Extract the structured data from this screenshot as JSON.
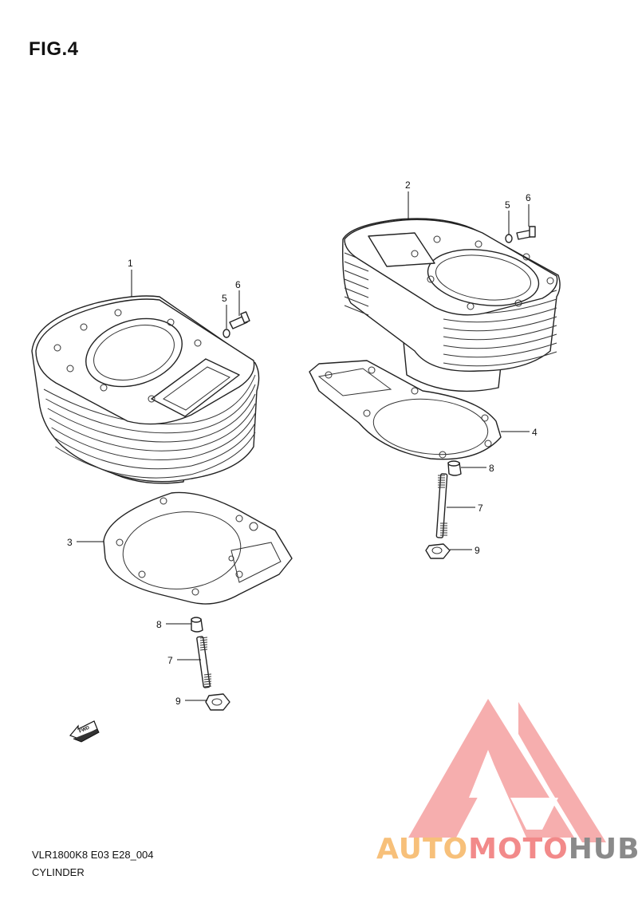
{
  "figure": {
    "title": "FIG.4"
  },
  "footer": {
    "model_code": "VLR1800K8 E03 E28_004",
    "section_name": "CYLINDER"
  },
  "fwd_arrow": {
    "label": "FWD"
  },
  "watermark": {
    "part1": "AUTO",
    "part2": "MOTO",
    "part3": "HUB",
    "colors": {
      "auto": "#f7c07a",
      "moto": "#f28a8a",
      "hub": "#8a8a8a",
      "triangle": "#f5a0a0"
    }
  },
  "callouts": [
    {
      "id": "c1",
      "label": "1",
      "part": "cylinder-front"
    },
    {
      "id": "c2",
      "label": "2",
      "part": "cylinder-rear"
    },
    {
      "id": "c3",
      "label": "3",
      "part": "gasket-front"
    },
    {
      "id": "c4",
      "label": "4",
      "part": "gasket-rear"
    },
    {
      "id": "c5a",
      "label": "5",
      "part": "o-ring-front"
    },
    {
      "id": "c6a",
      "label": "6",
      "part": "nipple-front"
    },
    {
      "id": "c5b",
      "label": "5",
      "part": "o-ring-rear"
    },
    {
      "id": "c6b",
      "label": "6",
      "part": "nipple-rear"
    },
    {
      "id": "c7a",
      "label": "7",
      "part": "stud-front"
    },
    {
      "id": "c8a",
      "label": "8",
      "part": "dowel-front"
    },
    {
      "id": "c9a",
      "label": "9",
      "part": "nut-front"
    },
    {
      "id": "c7b",
      "label": "7",
      "part": "stud-rear"
    },
    {
      "id": "c8b",
      "label": "8",
      "part": "dowel-rear"
    },
    {
      "id": "c9b",
      "label": "9",
      "part": "nut-rear"
    }
  ]
}
